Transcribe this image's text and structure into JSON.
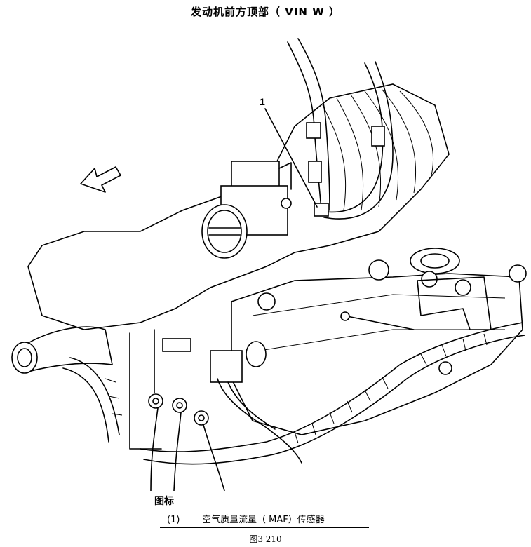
{
  "title": "发动机前方顶部（ VIN W ）",
  "callout": "1",
  "legend": {
    "heading": "图标",
    "items": [
      {
        "number": "(1)",
        "label": "空气质量流量（ MAF）传感器"
      }
    ]
  },
  "figure_number": "图3 210"
}
